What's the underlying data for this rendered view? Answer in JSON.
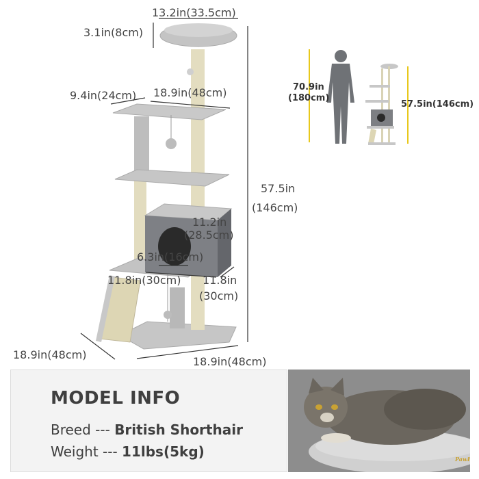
{
  "dimensions": {
    "top_width": "13.2in(33.5cm)",
    "top_height": "3.1in(8cm)",
    "platform_depth": "9.4in(24cm)",
    "platform_width": "18.9in(48cm)",
    "total_height_in": "57.5in",
    "total_height_cm": "(146cm)",
    "condo_height_in": "11.2in",
    "condo_height_cm": "(28.5cm)",
    "opening": "6.3in(16cm)",
    "condo_width": "11.8in(30cm)",
    "condo_depth_in": "11.8in",
    "condo_depth_cm": "(30cm)",
    "base_depth": "18.9in(48cm)",
    "base_width": "18.9in(48cm)"
  },
  "comparison": {
    "person_height_in": "70.9in",
    "person_height_cm": "(180cm)",
    "tree_height": "57.5in(146cm)"
  },
  "model_info": {
    "title": "MODEL INFO",
    "breed_label": "Breed --- ",
    "breed_value": "British Shorthair",
    "weight_label": "Weight --- ",
    "weight_value": "11lbs(5kg)"
  },
  "brand": "PawHut",
  "colors": {
    "plush": "#c9c9c9",
    "condo": "#7d7f83",
    "sisal": "#e2dcbf",
    "accent": "#e8c81c"
  }
}
